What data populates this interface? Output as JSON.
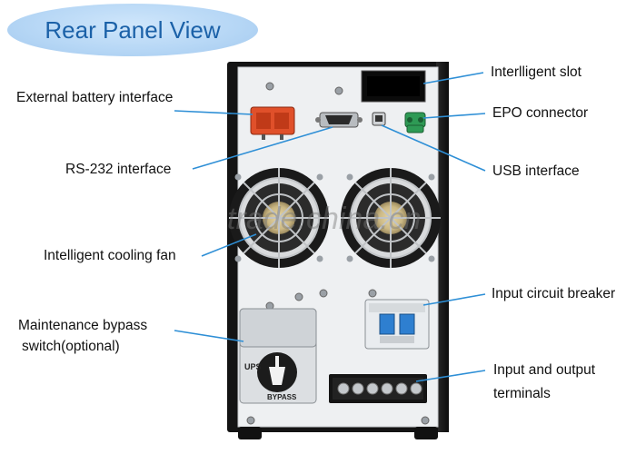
{
  "title": "Rear Panel View",
  "watermark": "trade.china.cn",
  "callouts": {
    "intelligent_slot": "Interlligent slot",
    "external_battery": "External battery interface",
    "epo": "EPO connector",
    "rs232": "RS-232 interface",
    "usb": "USB interface",
    "cooling_fan": "Intelligent cooling fan",
    "input_breaker": "Input circuit breaker",
    "bypass_line1": "Maintenance bypass",
    "bypass_line2": "switch(optional)",
    "terminals_line1": "Input and output",
    "terminals_line2": "terminals"
  },
  "switch_labels": {
    "ups": "UPS",
    "bypass": "BYPASS"
  },
  "colors": {
    "title_pill": "#b5d6f5",
    "title_text": "#1b61a8",
    "leader_line": "#2e8fd6",
    "panel": "#eef0f2",
    "cabinet": "#1a1a1a",
    "battery_connector": "#e0502a",
    "epo_connector": "#2e9a55",
    "terminal_block": "#151515"
  }
}
